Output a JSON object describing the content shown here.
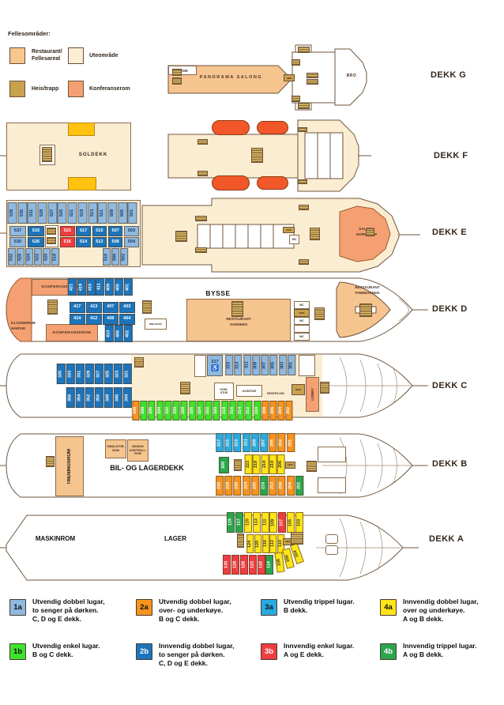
{
  "common_legend": {
    "title": "Fellesområder:",
    "items": [
      {
        "name": "restaurant-fellesareal",
        "lines": [
          "Restaurant/",
          "Fellesareal"
        ],
        "color": "#F7C78E"
      },
      {
        "name": "uteomrade",
        "lines": [
          "Uteområde"
        ],
        "color": "#FBEED3"
      },
      {
        "name": "heis-trapp",
        "lines": [
          "Heis/trapp"
        ],
        "color": "#C8A14D"
      },
      {
        "name": "konferanserom",
        "lines": [
          "Konferanserom"
        ],
        "color": "#F5A072"
      }
    ]
  },
  "deck_labels": {
    "g": "DEKK G",
    "f": "DEKK F",
    "e": "DEKK E",
    "d": "DEKK D",
    "c": "DEKK C",
    "b": "DEKK B",
    "a": "DEKK A"
  },
  "rooms": {
    "kiosk": "KIOSK",
    "panorama": "PANORAMA SALONG",
    "bro": "BRO",
    "heis": "HEIS",
    "wc": "WC",
    "soldekk": "SOLDEKK",
    "salong_nordkapp": [
      "SALONG",
      "NORDKAPP"
    ],
    "konferanserom": "KONFERANSEROM",
    "klasserom": [
      "KLASSEROM",
      "NARVIK"
    ],
    "bysse": "BYSSE",
    "rest_sandnes": [
      "RESTAURANT",
      "SANDNES"
    ],
    "rest_finnmarken": [
      "RESTAURANT",
      "FINNMARKEN"
    ],
    "bibliotek": "BIBLIOTEK",
    "sykestue": [
      "SYKE-",
      "STUE"
    ],
    "kontor": "KONTOR",
    "resepsjon": "RESEPSJON",
    "lobby": "LOBBY",
    "treningsrom": "TRENINGSROM",
    "simulatorrom": [
      "SIMULATOR-",
      "ROM"
    ],
    "maskinkontrollrom": [
      "MASKIN",
      "KONTROLL-",
      "ROM"
    ],
    "bil_lagerdekk": "BIL- OG LAGERDEKK",
    "maskinrom": "MASKINROM",
    "lager": "LAGER"
  },
  "icons": {
    "wheelchair": "♿"
  },
  "categories": {
    "1a": {
      "bg": "#8FB9DF",
      "cell_fg": "#16365f",
      "legend_fg": "#111111"
    },
    "2a": {
      "bg": "#F7941E",
      "cell_fg": "#ffffff",
      "legend_fg": "#111111"
    },
    "3a": {
      "bg": "#29ABE2",
      "cell_fg": "#ffffff",
      "legend_fg": "#111111"
    },
    "4a": {
      "bg": "#FFE419",
      "cell_fg": "#333333",
      "legend_fg": "#111111"
    },
    "1b": {
      "bg": "#3FE32D",
      "cell_fg": "#ffffff",
      "legend_fg": "#111111"
    },
    "2b": {
      "bg": "#1C75BC",
      "cell_fg": "#ffffff",
      "legend_fg": "#ffffff"
    },
    "3b": {
      "bg": "#EE3E41",
      "cell_fg": "#ffffff",
      "legend_fg": "#ffffff"
    },
    "4b": {
      "bg": "#2CA64E",
      "cell_fg": "#ffffff",
      "legend_fg": "#ffffff"
    }
  },
  "cabin_317": {
    "number": "317",
    "cat": "1a"
  },
  "cabin_groups": {
    "e_top": {
      "cat": "1a",
      "cabins": [
        "539",
        "535",
        "531",
        "529",
        "527",
        "525",
        "521",
        "519",
        "513",
        "511",
        "509",
        "505",
        "501"
      ]
    },
    "e_mid_a1": {
      "cabins": [
        [
          "537",
          "1a"
        ],
        [
          "533",
          "2b"
        ]
      ]
    },
    "e_mid_a2": {
      "cabins": [
        [
          "523",
          "3b"
        ],
        [
          "517",
          "2b"
        ],
        [
          "515",
          "2b"
        ],
        [
          "507",
          "2b"
        ],
        [
          "503",
          "1a"
        ]
      ]
    },
    "e_mid_b1": {
      "cabins": [
        [
          "530",
          "1a"
        ],
        [
          "526",
          "2b"
        ]
      ]
    },
    "e_mid_b2": {
      "cabins": [
        [
          "516",
          "3b"
        ],
        [
          "514",
          "2b"
        ],
        [
          "512",
          "2b"
        ],
        [
          "508",
          "2b"
        ],
        [
          "504",
          "1a"
        ]
      ]
    },
    "e_bot1": {
      "cat": "1a",
      "cabins": [
        "532",
        "528",
        "524",
        "522",
        "520",
        "518"
      ]
    },
    "e_bot2": {
      "cat": "1a",
      "cabins": [
        "510",
        "506",
        "502"
      ]
    },
    "d_top": {
      "cat": "2b",
      "cabins": [
        "421",
        "419",
        "415",
        "411",
        "409",
        "405",
        "401"
      ]
    },
    "d_mid1": {
      "cat": "2b",
      "cabins": [
        "417",
        "413",
        "407",
        "403"
      ]
    },
    "d_mid2": {
      "cat": "2b",
      "cabins": [
        "414",
        "412",
        "408",
        "404"
      ]
    },
    "d_bot": {
      "cat": "2b",
      "cabins": [
        "410",
        "406",
        "402"
      ]
    },
    "c_row1": {
      "cat": "2b",
      "cabins": [
        "335",
        "333",
        "331",
        "329",
        "327",
        "325",
        "323",
        "321"
      ]
    },
    "c_row2": {
      "cat": "2b",
      "cabins": [
        "356",
        "354",
        "352",
        "350",
        "348",
        "346",
        "344"
      ]
    },
    "c_row3": {
      "cat": "1a",
      "cabins": [
        "315",
        "313",
        "311",
        "309",
        "307",
        "305",
        "303",
        "301"
      ]
    },
    "c_bot": {
      "cabins": [
        [
          "340",
          "2a"
        ],
        [
          "338",
          "1b"
        ],
        [
          "336",
          "1b"
        ],
        [
          "334",
          "1b"
        ],
        [
          "332",
          "1b"
        ],
        [
          "330",
          "1b"
        ],
        [
          "328",
          "1b"
        ],
        [
          "326",
          "1b"
        ],
        [
          "324",
          "1b"
        ],
        [
          "322",
          "1b"
        ],
        [
          "320",
          "1b"
        ],
        [
          "318",
          "1b"
        ],
        [
          "316",
          "1b"
        ],
        [
          "314",
          "1b"
        ],
        [
          "312",
          "1b"
        ],
        [
          "310",
          "1b"
        ],
        [
          "308",
          "2a"
        ],
        [
          "306",
          "2a"
        ],
        [
          "304",
          "2a"
        ],
        [
          "302",
          "2a"
        ]
      ]
    },
    "b_top": {
      "cabins": [
        [
          "217",
          "3a"
        ],
        [
          "215",
          "3a"
        ],
        [
          "213",
          "3a"
        ],
        [
          "211",
          "3a"
        ],
        [
          "209",
          "3a"
        ],
        [
          "207",
          "3a"
        ],
        [
          "205",
          "2a"
        ],
        [
          "203",
          "2a"
        ],
        [
          "201",
          "2a"
        ]
      ]
    },
    "b_200": {
      "cabins": [
        [
          "200",
          "4b"
        ]
      ]
    },
    "b_mid": {
      "cat": "4a",
      "cabins": [
        "222",
        "218",
        "214",
        "210",
        "206"
      ]
    },
    "b_bot": {
      "cabins": [
        [
          "230",
          "2a"
        ],
        [
          "228",
          "2a"
        ],
        [
          "226",
          "2a"
        ],
        [
          "224",
          "2a"
        ],
        [
          "220",
          "2a"
        ],
        [
          "216",
          "4b"
        ],
        [
          "212",
          "2a"
        ],
        [
          "208",
          "2a"
        ],
        [
          "204",
          "2a"
        ],
        [
          "202",
          "4b"
        ]
      ]
    },
    "a_top": {
      "cabins": [
        [
          "119",
          "4b"
        ],
        [
          "117",
          "4b"
        ],
        [
          "115",
          "4a"
        ],
        [
          "113",
          "4a"
        ],
        [
          "111",
          "4a"
        ],
        [
          "109",
          "4a"
        ],
        [
          "107",
          "3b"
        ],
        [
          "105",
          "4a"
        ],
        [
          "103",
          "4a"
        ]
      ]
    },
    "a_mid": {
      "cat": "4a",
      "cabins": [
        "124",
        "120",
        "116",
        "112",
        "110"
      ]
    },
    "a_bot": {
      "cabins": [
        [
          "130",
          "3b"
        ],
        [
          "128",
          "3b"
        ],
        [
          "126",
          "3b"
        ],
        [
          "122",
          "3b"
        ],
        [
          "118",
          "3b"
        ],
        [
          "114",
          "4b"
        ]
      ]
    },
    "a_ang108": {
      "cat": "4a",
      "cabins": [
        "108"
      ]
    },
    "a_ang106": {
      "cat": "4a",
      "cabins": [
        "106"
      ]
    },
    "a_ang104": {
      "cat": "4a",
      "cabins": [
        "104"
      ]
    }
  },
  "cabin_legend": [
    {
      "code": "1a",
      "lines": [
        "Utvendig dobbel lugar,",
        "to senger på dørken.",
        "C, D og E dekk."
      ]
    },
    {
      "code": "2a",
      "lines": [
        "Utvendig dobbel lugar,",
        "over- og underkøye.",
        "B og C dekk."
      ]
    },
    {
      "code": "3a",
      "lines": [
        "Utvendig trippel lugar.",
        "B dekk."
      ]
    },
    {
      "code": "4a",
      "lines": [
        "Innvendig dobbel lugar,",
        "over og underkøye.",
        "A og B dekk."
      ]
    },
    {
      "code": "1b",
      "lines": [
        "Utvendig enkel lugar.",
        "B og C dekk."
      ]
    },
    {
      "code": "2b",
      "lines": [
        "Innvendig dobbel lugar,",
        "to senger på dørken.",
        "C, D og E dekk."
      ]
    },
    {
      "code": "3b",
      "lines": [
        "Innvendig enkel lugar.",
        "A og E dekk."
      ]
    },
    {
      "code": "4b",
      "lines": [
        "Innvendig trippel lugar.",
        "A og B dekk."
      ]
    }
  ]
}
